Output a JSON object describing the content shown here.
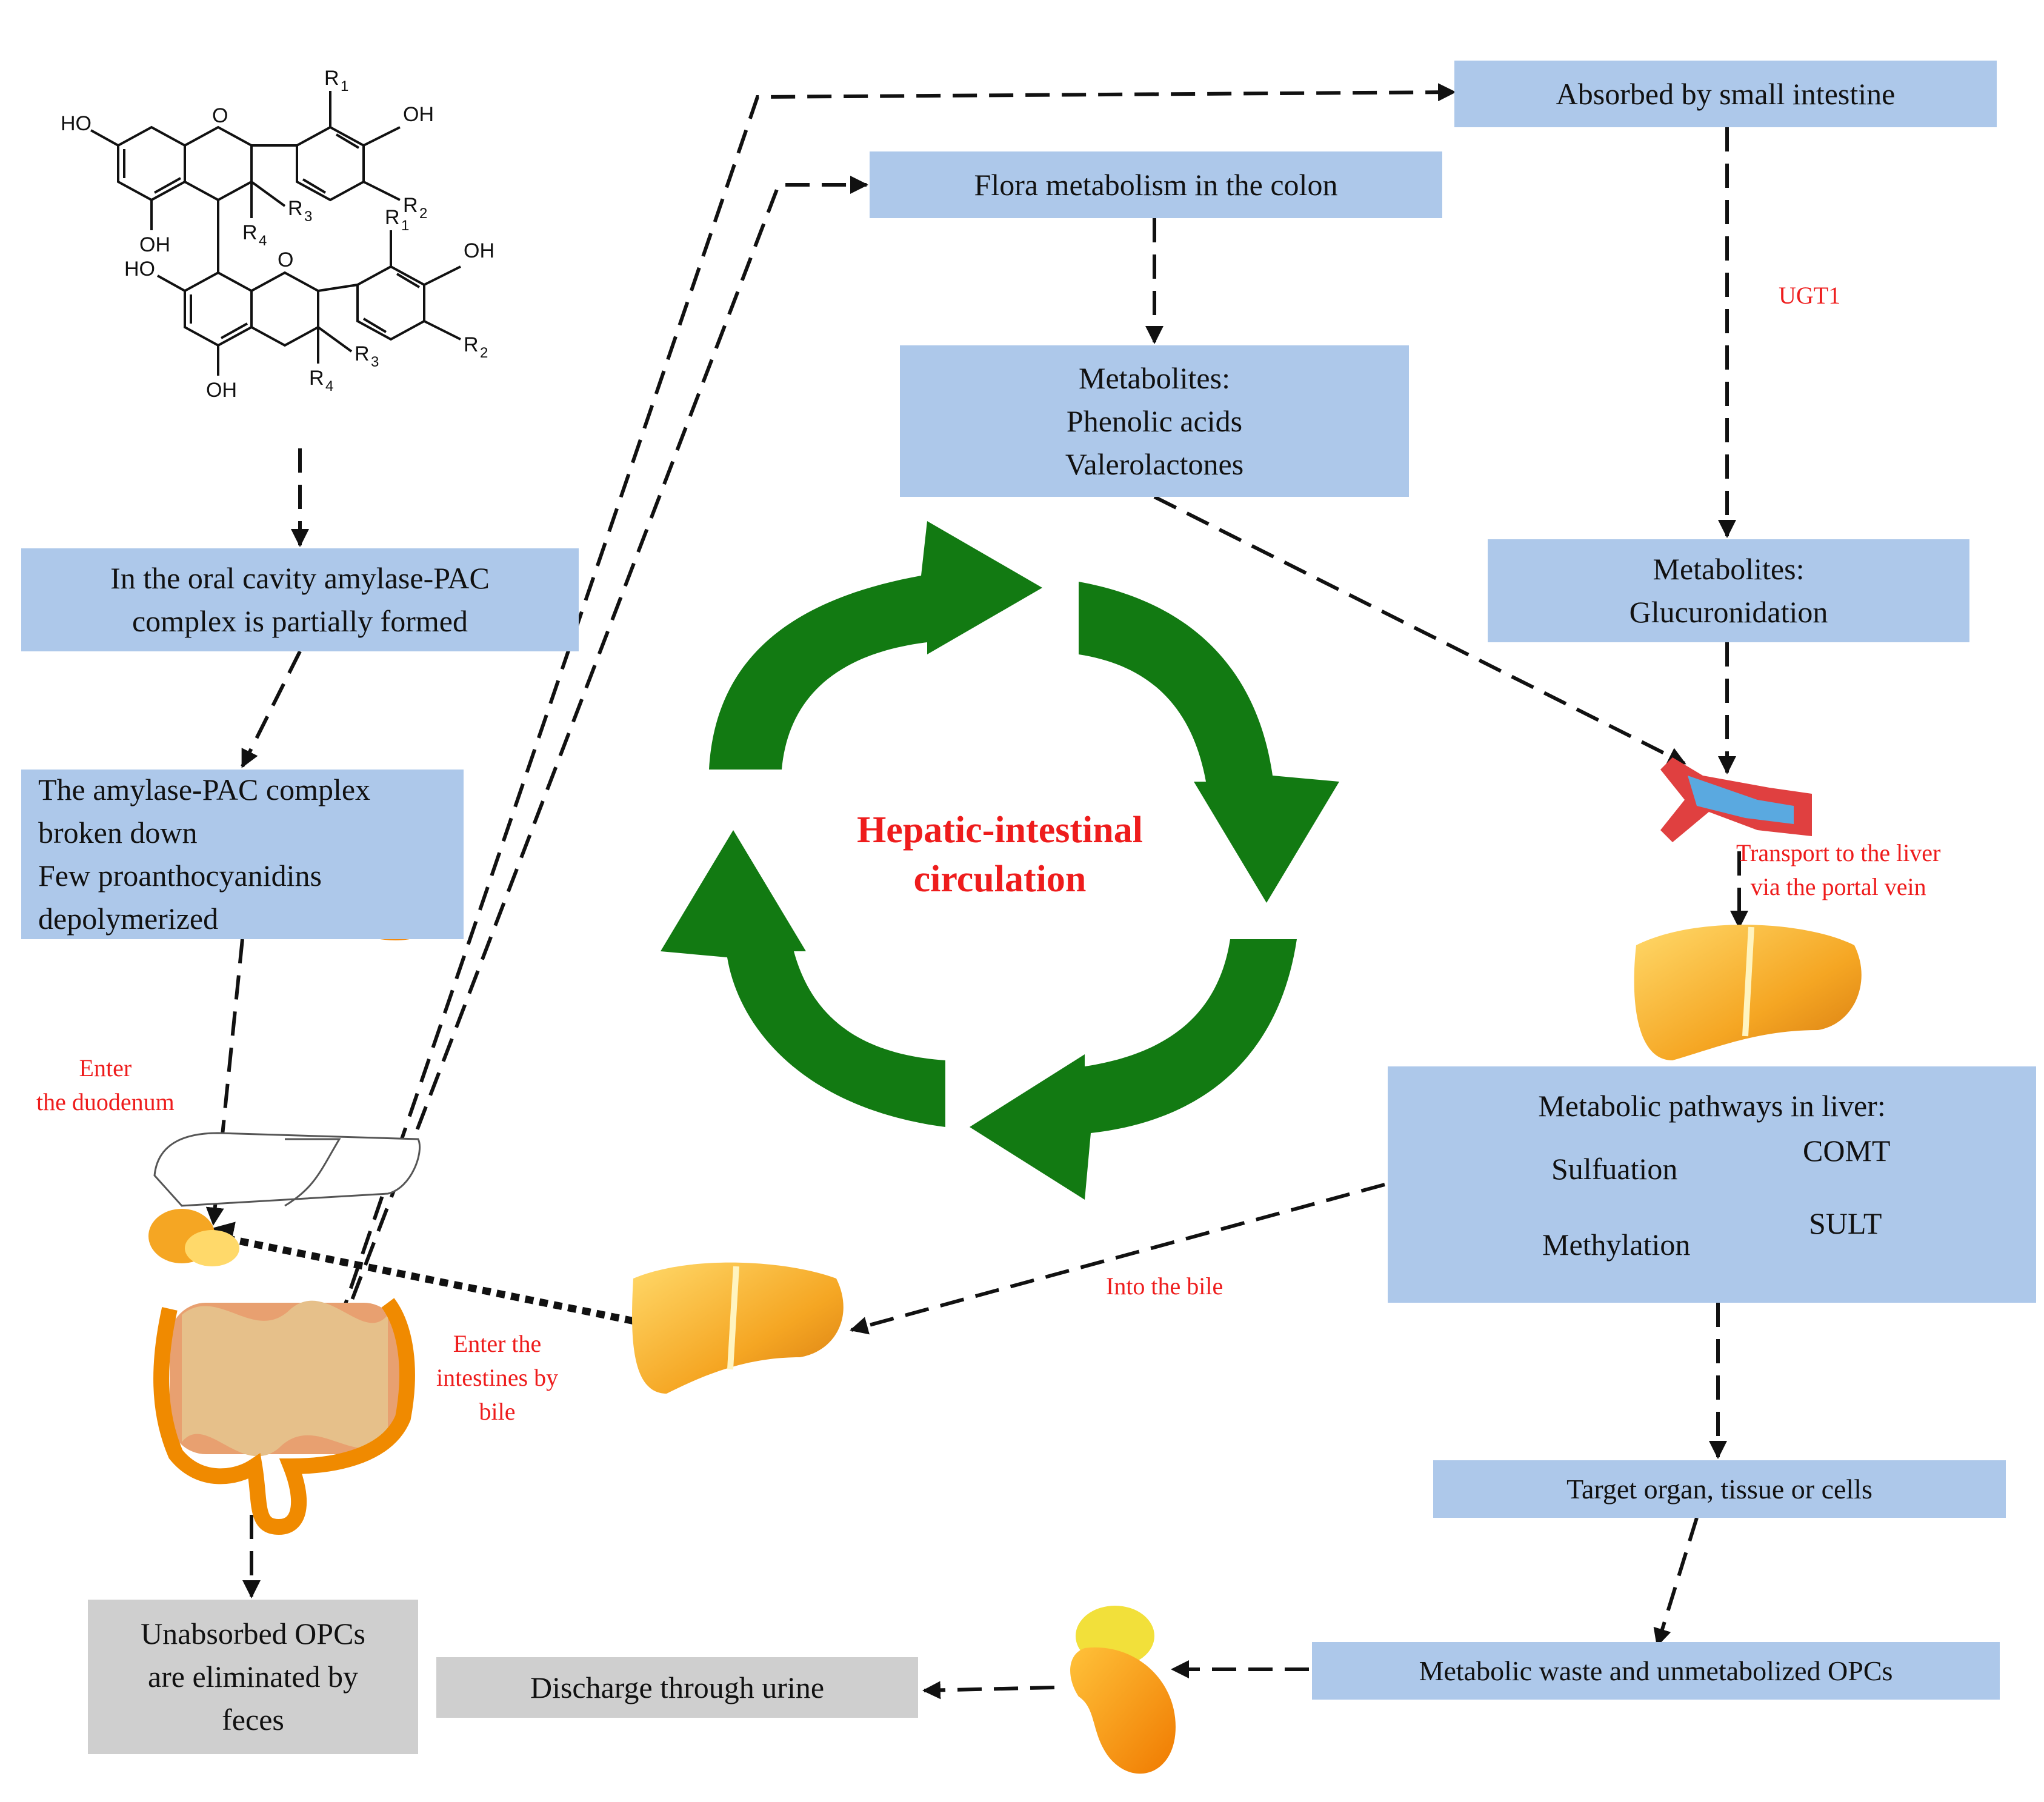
{
  "boxes": {
    "absorbed": "Absorbed by small intestine",
    "flora": "Flora metabolism in the colon",
    "metabolites_colon": {
      "line1": "Metabolites:",
      "line2": "Phenolic acids",
      "line3": "Valerolactones"
    },
    "metabolites_gluc": {
      "line1": "Metabolites:",
      "line2": "Glucuronidation"
    },
    "oral": {
      "line1": "In the oral cavity amylase-PAC",
      "line2": "complex is partially formed"
    },
    "stomach": {
      "line1": "The amylase-PAC complex",
      "line2": "broken down",
      "line3": "Few proanthocyanidins",
      "line4": "depolymerized"
    },
    "liver_path": {
      "title": "Metabolic pathways in liver:",
      "row1": "Sulfuation",
      "row2": "Methylation",
      "enzyme1": "COMT",
      "enzyme2": "SULT"
    },
    "target": "Target organ, tissue or cells",
    "waste": "Metabolic waste and unmetabolized OPCs",
    "urine": "Discharge through urine",
    "feces": {
      "line1": "Unabsorbed OPCs",
      "line2": "are eliminated by",
      "line3": "feces"
    }
  },
  "labels": {
    "ugt1": "UGT1",
    "portal": {
      "line1": "Transport to the liver",
      "line2": "via the portal vein"
    },
    "duodenum": {
      "line1": "Enter",
      "line2": "the duodenum"
    },
    "into_bile": "Into the bile",
    "intestines_bile": {
      "line1": "Enter the",
      "line2": "intestines by",
      "line3": "bile"
    },
    "center": {
      "line1": "Hepatic-intestinal",
      "line2": "circulation"
    }
  },
  "structure": {
    "r1a": "R",
    "r1b": "R",
    "r2a": "R",
    "r2b": "R",
    "r3a": "R",
    "r3b": "R",
    "r4a": "R",
    "r4b": "R",
    "sub1": "1",
    "sub2": "2",
    "sub3": "3",
    "sub4": "4",
    "oh": "OH",
    "ho": "HO",
    "o": "O"
  },
  "colors": {
    "box_blue": "#adc8ea",
    "box_gray": "#cfcfcf",
    "label_red": "#ee1c1c",
    "cycle_green": "#127a12",
    "enzyme_arrow_blue": "#4472c4"
  }
}
